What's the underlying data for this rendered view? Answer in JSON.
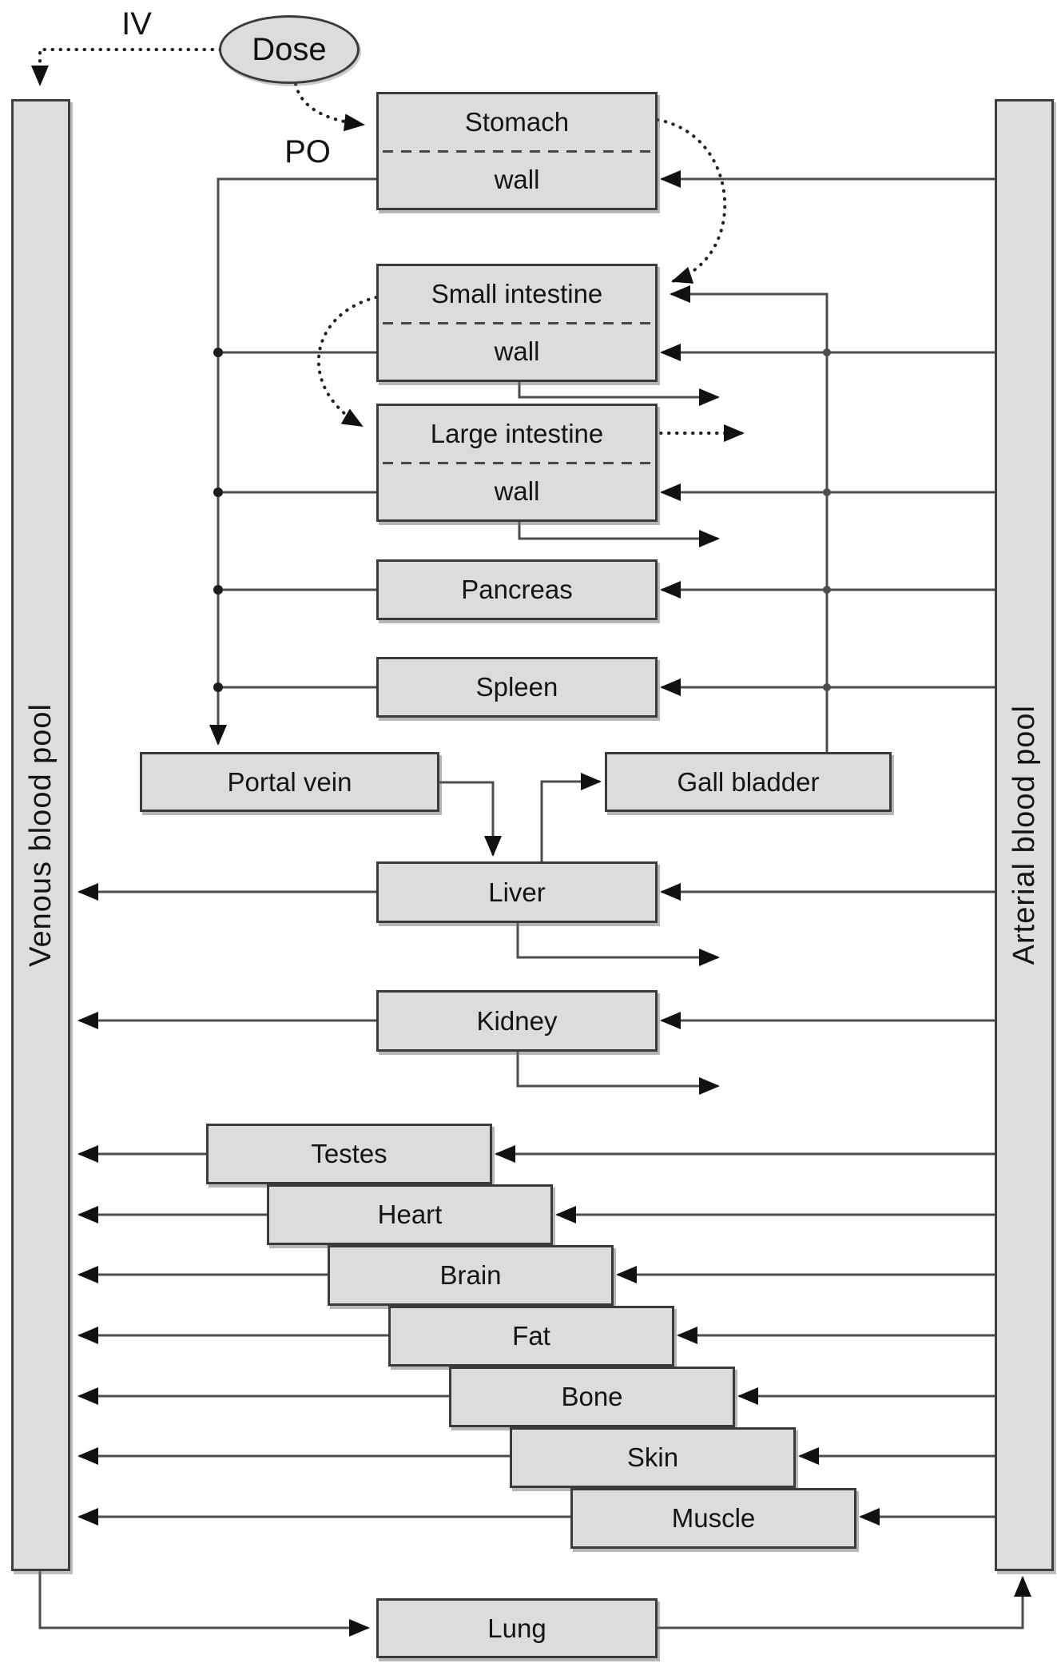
{
  "labels": {
    "iv": "IV",
    "po": "PO",
    "dose": "Dose"
  },
  "pools": {
    "venous": "Venous blood pool",
    "arterial": "Arterial blood pool"
  },
  "organs": {
    "stomach": {
      "name": "Stomach",
      "sub": "wall"
    },
    "small_intestine": {
      "name": "Small intestine",
      "sub": "wall"
    },
    "large_intestine": {
      "name": "Large intestine",
      "sub": "wall"
    },
    "pancreas": {
      "name": "Pancreas"
    },
    "spleen": {
      "name": "Spleen"
    },
    "portal_vein": {
      "name": "Portal vein"
    },
    "gall_bladder": {
      "name": "Gall bladder"
    },
    "liver": {
      "name": "Liver"
    },
    "kidney": {
      "name": "Kidney"
    },
    "testes": {
      "name": "Testes"
    },
    "heart": {
      "name": "Heart"
    },
    "brain": {
      "name": "Brain"
    },
    "fat": {
      "name": "Fat"
    },
    "bone": {
      "name": "Bone"
    },
    "skin": {
      "name": "Skin"
    },
    "muscle": {
      "name": "Muscle"
    },
    "lung": {
      "name": "Lung"
    }
  },
  "colors": {
    "box_fill": "#dcdcdc",
    "box_border": "#3b3b3b",
    "line": "#4d4d4d",
    "arrowhead": "#111111",
    "text": "#141414",
    "background": "#ffffff"
  }
}
